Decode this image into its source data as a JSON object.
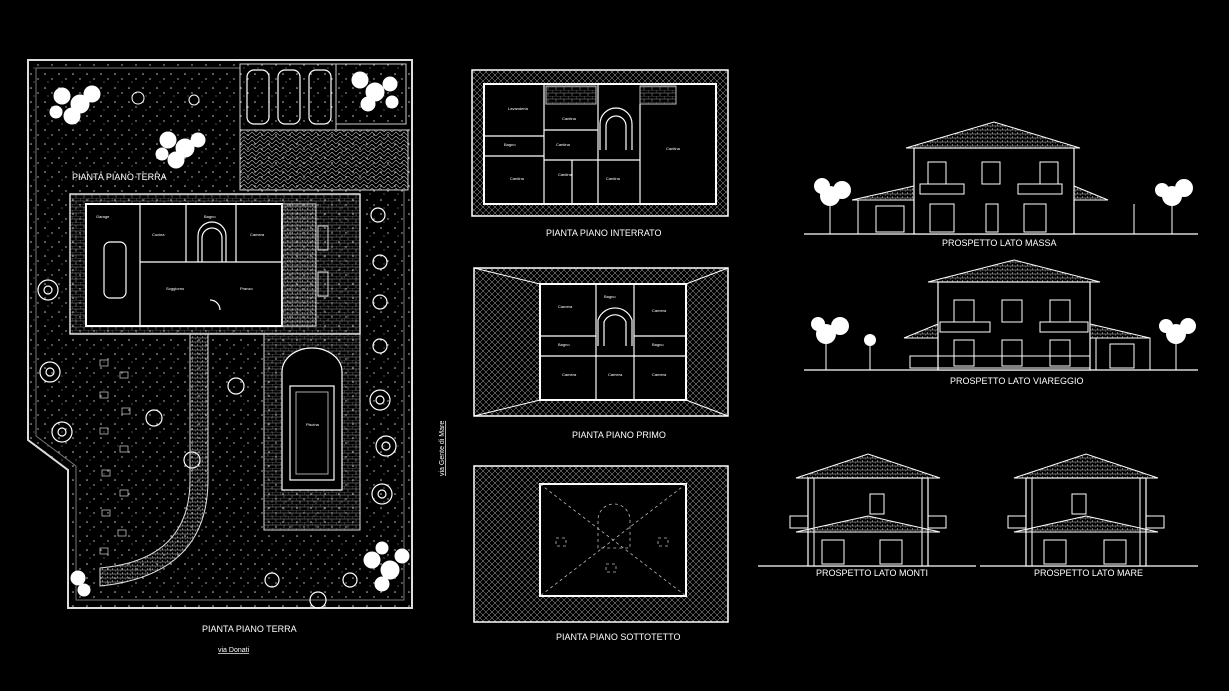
{
  "labels": {
    "ground_plan_inner": "PIANTA PIANO TERRA",
    "ground_plan": "PIANTA PIANO TERRA",
    "street_bottom": "via Donati",
    "street_side": "via Gente di Mare",
    "basement": "PIANTA PIANO INTERRATO",
    "first_floor": "PIANTA PIANO PRIMO",
    "attic": "PIANTA PIANO SOTTOTETTO",
    "elev_massa": "PROSPETTO LATO MASSA",
    "elev_viareggio": "PROSPETTO LATO VIAREGGIO",
    "elev_monti": "PROSPETTO LATO MONTI",
    "elev_mare": "PROSPETTO LATO MARE"
  },
  "rooms": {
    "ground": {
      "garage": "Garage",
      "cucina": "Cucina",
      "bagno": "Bagno",
      "camera": "Camera",
      "soggiorno": "Soggiorno",
      "pranzo": "Pranzo",
      "piscina": "Piscina"
    },
    "basement": {
      "lavanderia": "Lavanderia",
      "cantina1": "Cantina",
      "cantina2": "Cantina",
      "bagno": "Bagno",
      "cantina3": "Cantina",
      "cantina4": "Cantina",
      "cantina5": "Cantina",
      "cantina6": "Cantina"
    },
    "first": {
      "camera1": "Camera",
      "bagno1": "Bagno",
      "camera2": "Camera",
      "bagno2": "Bagno",
      "bagno3": "Bagno",
      "camera3": "Camera",
      "camera4": "Camera",
      "camera5": "Camera"
    }
  }
}
